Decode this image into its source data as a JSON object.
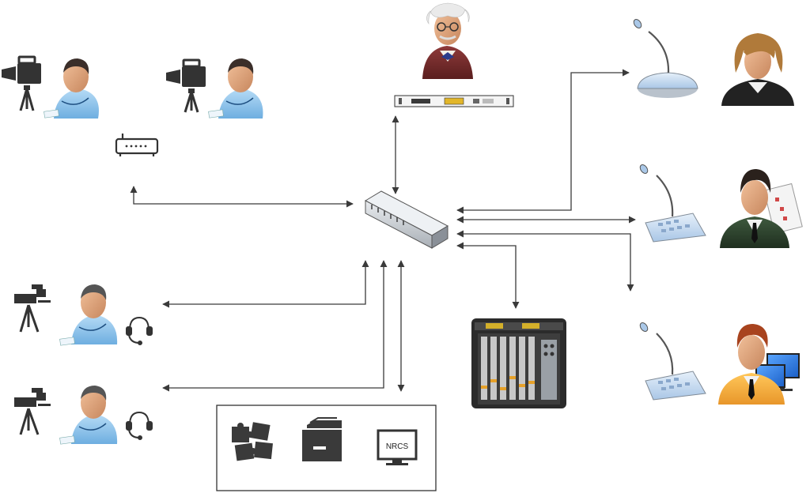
{
  "diagram": {
    "nrcs_label": "NRCS",
    "colors": {
      "line": "#3a3a3a",
      "person_blue": "#8fc3ea",
      "skin": "#d9a07a",
      "hair_dark": "#3b2f2a",
      "device_gray": "#c9ced4",
      "console_blue": "#cfe0f2",
      "mixer_dark": "#2b2b2b",
      "icon_dark": "#3a3a3a"
    },
    "nodes": [
      {
        "id": "camera-operator-1",
        "icon": "video-camera-icon"
      },
      {
        "id": "camera-operator-2",
        "icon": "video-camera-icon"
      },
      {
        "id": "wireless-router",
        "icon": "router-icon"
      },
      {
        "id": "network-switch",
        "icon": "switch-icon"
      },
      {
        "id": "scientist-expert",
        "icon": "scientist-avatar"
      },
      {
        "id": "rack-device",
        "icon": "rack-unit-icon"
      },
      {
        "id": "studio-camera-operator-1",
        "icon": "studio-camera-icon"
      },
      {
        "id": "studio-camera-operator-2",
        "icon": "studio-camera-icon"
      },
      {
        "id": "server-box",
        "icon": "puzzle-icon, file-cabinet-icon, monitor-icon"
      },
      {
        "id": "audio-mixer",
        "icon": "mixer-icon"
      },
      {
        "id": "conference-microphone",
        "icon": "microphone-icon"
      },
      {
        "id": "chairman-console",
        "icon": "console-icon"
      },
      {
        "id": "operator-console",
        "icon": "console-icon"
      }
    ]
  }
}
